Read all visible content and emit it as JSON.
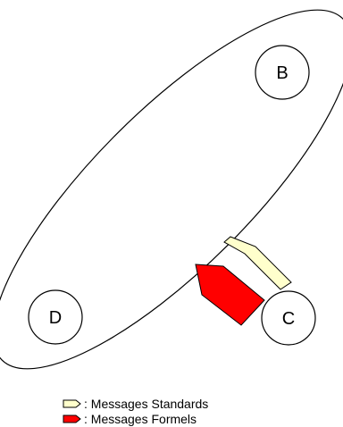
{
  "nodes": {
    "b": {
      "label": "B"
    },
    "c": {
      "label": "C"
    },
    "d": {
      "label": "D"
    }
  },
  "legend": {
    "standard": {
      "label": ": Messages Standards",
      "color": "#ffffcc"
    },
    "formal": {
      "label": ": Messages Formels",
      "color": "#ff0000"
    }
  }
}
